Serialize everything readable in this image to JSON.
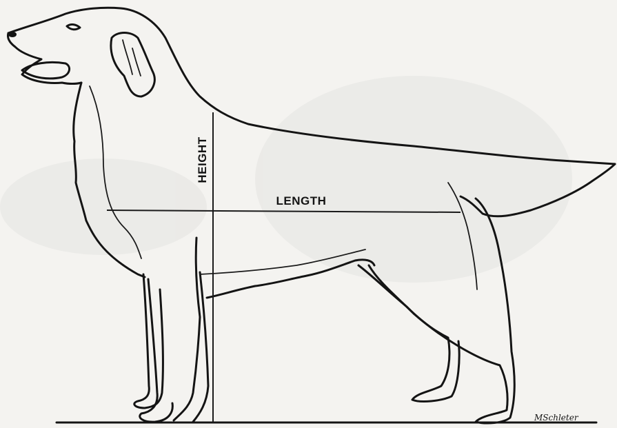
{
  "diagram": {
    "labels": {
      "height": "HEIGHT",
      "length": "LENGTH"
    },
    "signature": "MSchleter"
  }
}
